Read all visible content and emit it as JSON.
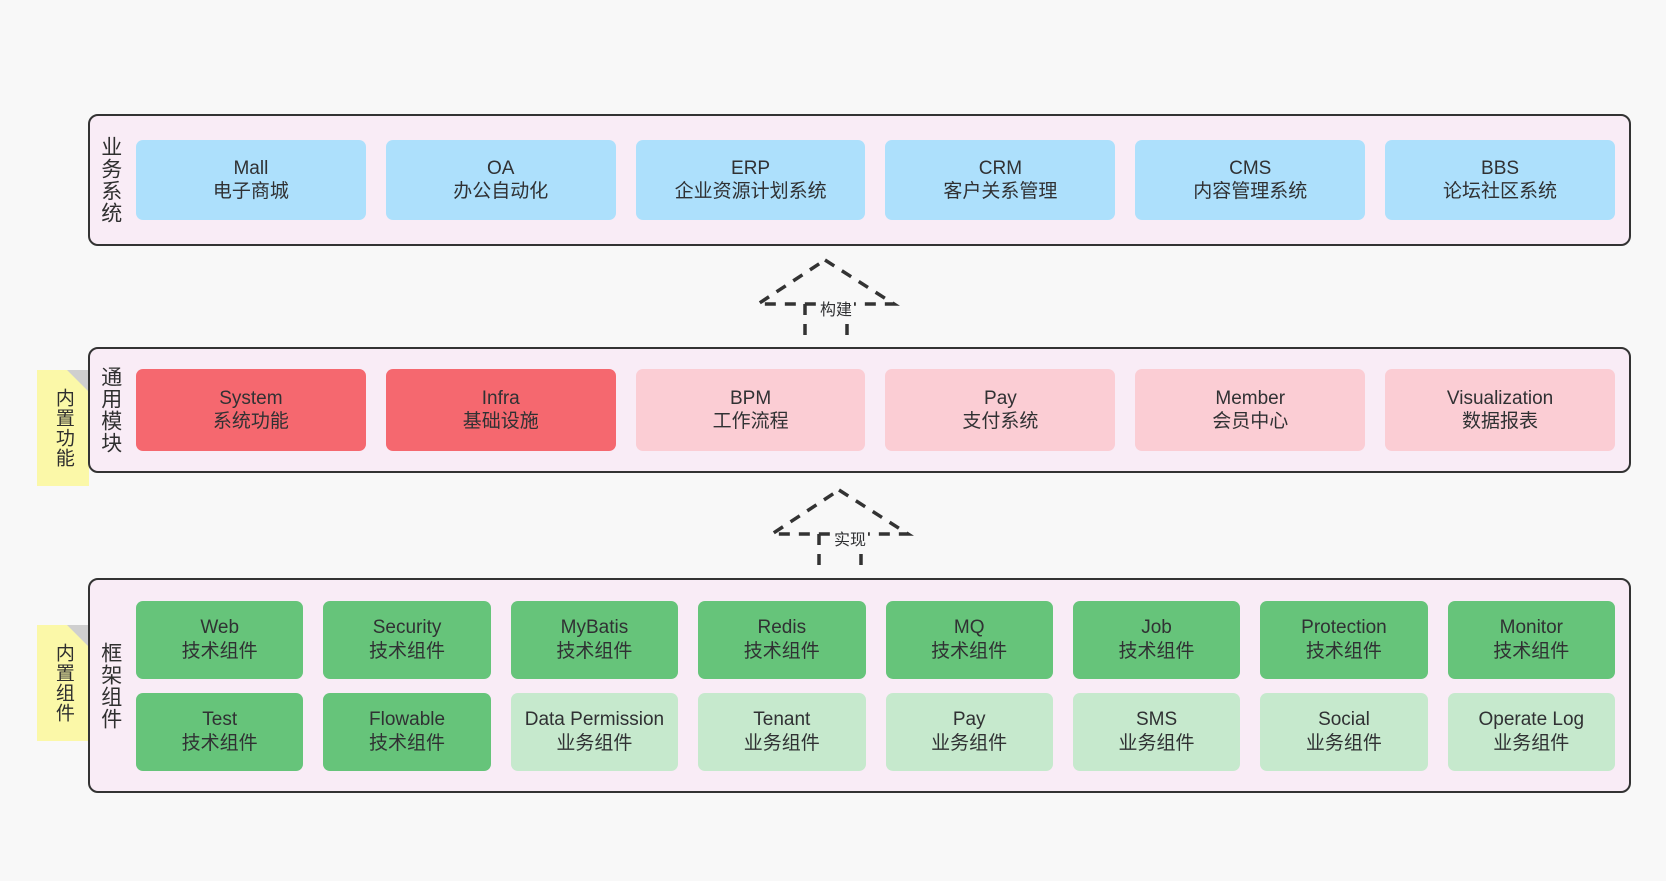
{
  "diagram": {
    "background": "#f8f8f8",
    "colors": {
      "container_bg": "#f9ecf6",
      "container_border": "#333333",
      "business": "#ade0fc",
      "module_core": "#f5686f",
      "module_optional": "#fbcdd4",
      "component_tech": "#66c47a",
      "component_business": "#c6e9cd",
      "note_bg": "#fbf8a8",
      "note_fold": "#cfcfcf"
    }
  },
  "layers": [
    {
      "id": "business-system",
      "title": "业务系统",
      "rows": [
        {
          "cards": [
            {
              "name": "Mall",
              "desc": "电子商城",
              "style": "c-blue"
            },
            {
              "name": "OA",
              "desc": "办公自动化",
              "style": "c-blue"
            },
            {
              "name": "ERP",
              "desc": "企业资源计划系统",
              "style": "c-blue"
            },
            {
              "name": "CRM",
              "desc": "客户关系管理",
              "style": "c-blue"
            },
            {
              "name": "CMS",
              "desc": "内容管理系统",
              "style": "c-blue"
            },
            {
              "name": "BBS",
              "desc": "论坛社区系统",
              "style": "c-blue"
            }
          ]
        }
      ]
    },
    {
      "id": "common-module",
      "title": "通用模块",
      "note": "内置功能",
      "rows": [
        {
          "cards": [
            {
              "name": "System",
              "desc": "系统功能",
              "style": "c-red"
            },
            {
              "name": "Infra",
              "desc": "基础设施",
              "style": "c-red"
            },
            {
              "name": "BPM",
              "desc": "工作流程",
              "style": "c-pink"
            },
            {
              "name": "Pay",
              "desc": "支付系统",
              "style": "c-pink"
            },
            {
              "name": "Member",
              "desc": "会员中心",
              "style": "c-pink"
            },
            {
              "name": "Visualization",
              "desc": "数据报表",
              "style": "c-pink"
            }
          ]
        }
      ]
    },
    {
      "id": "framework-component",
      "title": "框架组件",
      "note": "内置组件",
      "rows": [
        {
          "cards": [
            {
              "name": "Web",
              "desc": "技术组件",
              "style": "c-green"
            },
            {
              "name": "Security",
              "desc": "技术组件",
              "style": "c-green"
            },
            {
              "name": "MyBatis",
              "desc": "技术组件",
              "style": "c-green"
            },
            {
              "name": "Redis",
              "desc": "技术组件",
              "style": "c-green"
            },
            {
              "name": "MQ",
              "desc": "技术组件",
              "style": "c-green"
            },
            {
              "name": "Job",
              "desc": "技术组件",
              "style": "c-green"
            },
            {
              "name": "Protection",
              "desc": "技术组件",
              "style": "c-green"
            },
            {
              "name": "Monitor",
              "desc": "技术组件",
              "style": "c-green"
            }
          ]
        },
        {
          "cards": [
            {
              "name": "Test",
              "desc": "技术组件",
              "style": "c-green"
            },
            {
              "name": "Flowable",
              "desc": "技术组件",
              "style": "c-green"
            },
            {
              "name": "Data Permission",
              "desc": "业务组件",
              "style": "c-lightgreen"
            },
            {
              "name": "Tenant",
              "desc": "业务组件",
              "style": "c-lightgreen"
            },
            {
              "name": "Pay",
              "desc": "业务组件",
              "style": "c-lightgreen"
            },
            {
              "name": "SMS",
              "desc": "业务组件",
              "style": "c-lightgreen"
            },
            {
              "name": "Social",
              "desc": "业务组件",
              "style": "c-lightgreen"
            },
            {
              "name": "Operate Log",
              "desc": "业务组件",
              "style": "c-lightgreen"
            }
          ]
        }
      ]
    }
  ],
  "connectors": [
    {
      "id": "build",
      "label": "构建",
      "from": "common-module",
      "to": "business-system"
    },
    {
      "id": "implement",
      "label": "实现",
      "from": "framework-component",
      "to": "common-module"
    }
  ]
}
